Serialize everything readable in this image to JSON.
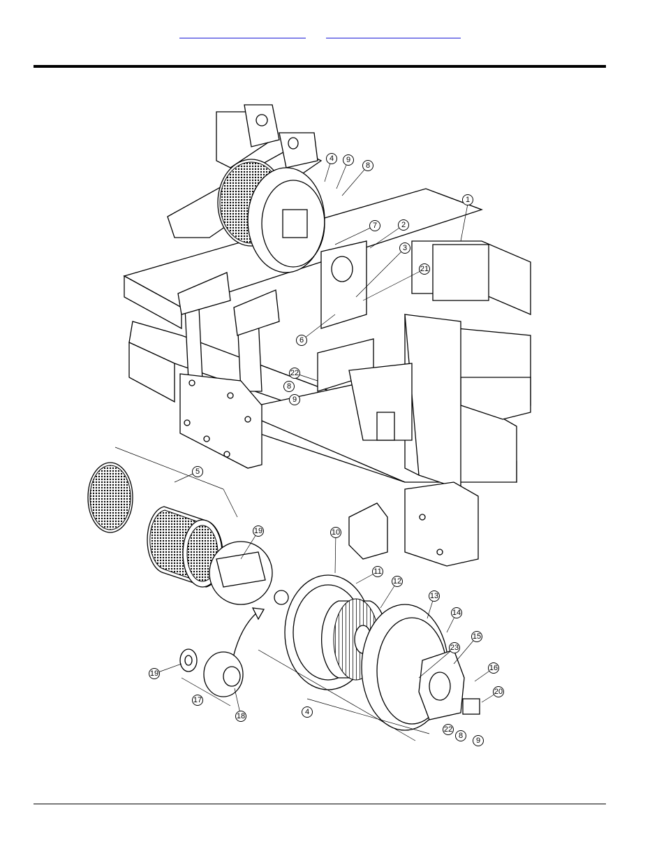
{
  "header": {
    "link_left": "",
    "link_right": ""
  },
  "diagram": {
    "callouts": [
      "1",
      "2",
      "3",
      "4",
      "5",
      "6",
      "7",
      "8",
      "9",
      "10",
      "11",
      "12",
      "13",
      "14",
      "15",
      "16",
      "17",
      "18",
      "19",
      "20",
      "21",
      "22",
      "23"
    ]
  }
}
